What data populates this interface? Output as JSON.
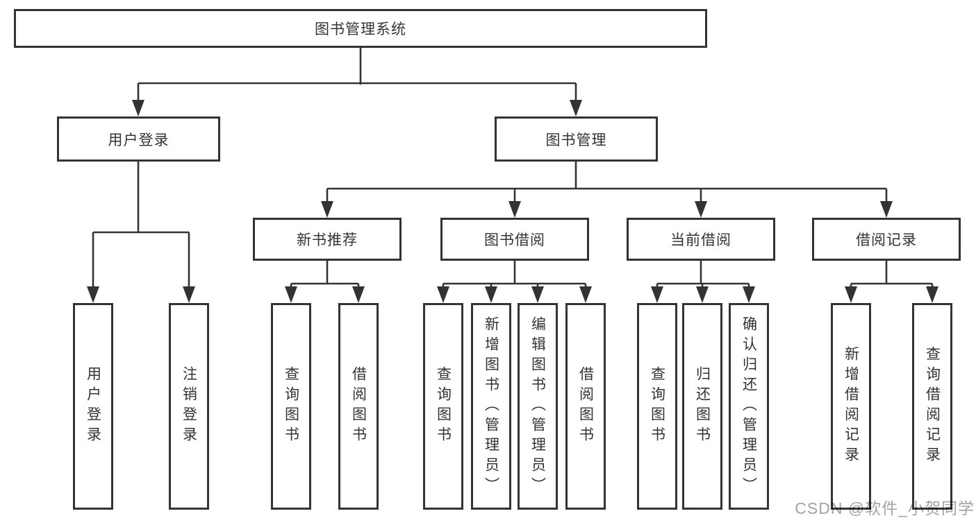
{
  "tree": {
    "label": "图书管理系统",
    "children": [
      {
        "label": "用户登录",
        "children": [
          {
            "label": "用户登录"
          },
          {
            "label": "注销登录"
          }
        ]
      },
      {
        "label": "图书管理",
        "children": [
          {
            "label": "新书推荐",
            "children": [
              {
                "label": "查询图书"
              },
              {
                "label": "借阅图书"
              }
            ]
          },
          {
            "label": "图书借阅",
            "children": [
              {
                "label": "查询图书"
              },
              {
                "label": "新增图书（管理员）"
              },
              {
                "label": "编辑图书（管理员）"
              },
              {
                "label": "借阅图书"
              }
            ]
          },
          {
            "label": "当前借阅",
            "children": [
              {
                "label": "查询图书"
              },
              {
                "label": "归还图书"
              },
              {
                "label": "确认归还（管理员）"
              }
            ]
          },
          {
            "label": "借阅记录",
            "children": [
              {
                "label": "新增借阅记录"
              },
              {
                "label": "查询借阅记录"
              }
            ]
          }
        ]
      }
    ]
  },
  "watermark": {
    "text": "CSDN @软件_小贺同学"
  },
  "colors": {
    "line": "#333333",
    "text": "#333333",
    "background": "#ffffff",
    "watermark": "#a3a3a3"
  }
}
